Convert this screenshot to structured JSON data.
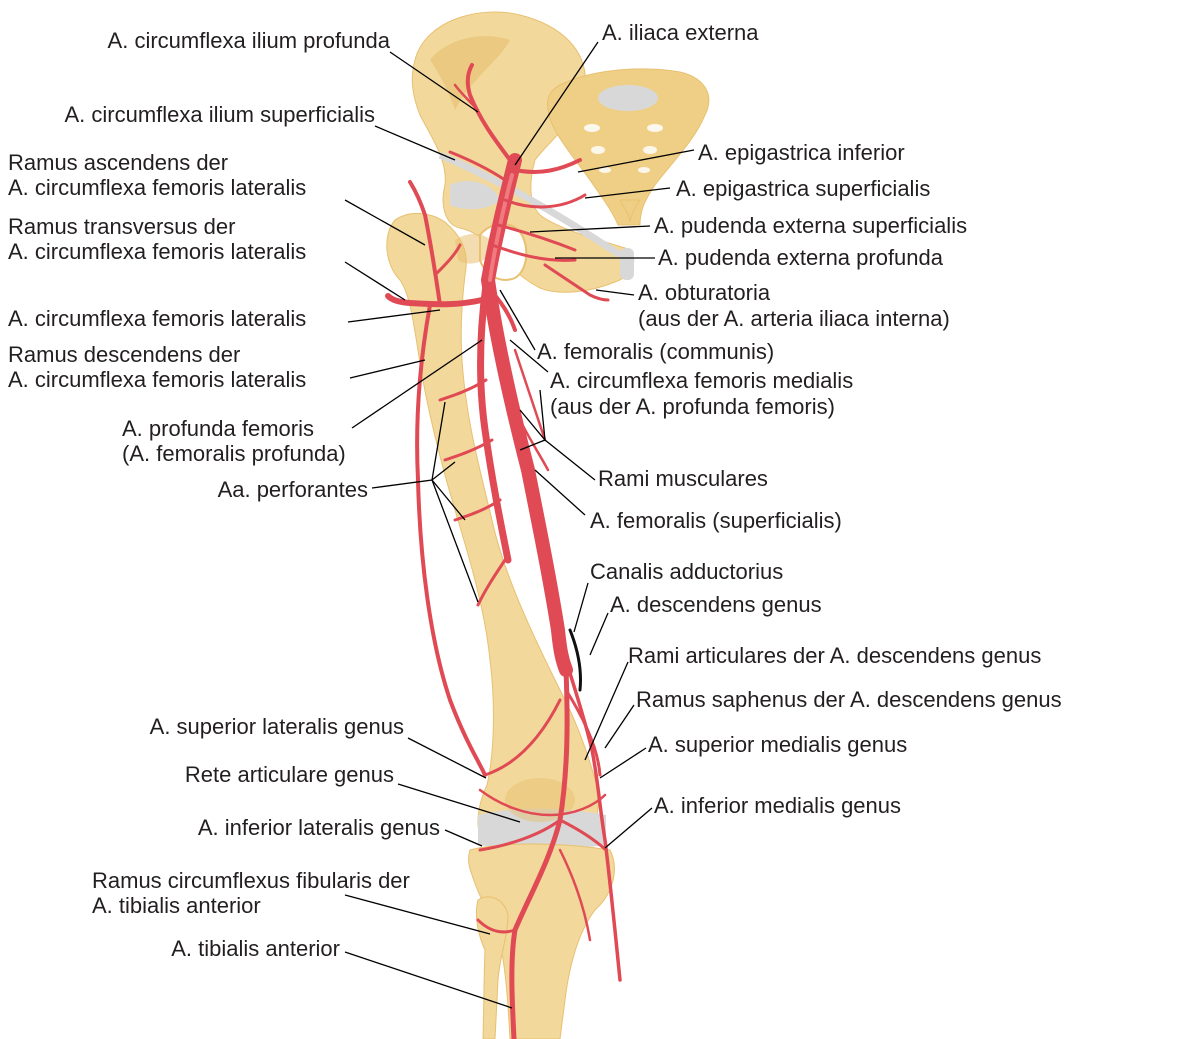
{
  "diagram": {
    "subject": "Arterien des Beins (Ansicht von vorne)",
    "colors": {
      "bone": "#f2d89b",
      "bone_dark": "#e8c070",
      "bone_shade": "#efcf85",
      "cartilage": "#d8d8d8",
      "artery": "#e04a54",
      "artery_light": "#f07a80",
      "vein": "#111111",
      "leader": "#000000",
      "text": "#231f20"
    },
    "labels_left": [
      {
        "id": "a-circumflexa-ilium-profunda",
        "lines": [
          "A. circumflexa ilium profunda"
        ]
      },
      {
        "id": "a-circumflexa-ilium-superficialis",
        "lines": [
          "A. circumflexa ilium superficialis"
        ]
      },
      {
        "id": "ramus-ascendens",
        "lines": [
          "Ramus ascendens der",
          "A. circumflexa femoris lateralis"
        ]
      },
      {
        "id": "ramus-transversus",
        "lines": [
          "Ramus transversus der",
          "A. circumflexa femoris lateralis"
        ]
      },
      {
        "id": "a-circumflexa-femoris-lateralis",
        "lines": [
          "A. circumflexa femoris lateralis"
        ]
      },
      {
        "id": "ramus-descendens",
        "lines": [
          "Ramus descendens der",
          "A. circumflexa femoris lateralis"
        ]
      },
      {
        "id": "a-profunda-femoris",
        "lines": [
          "A. profunda femoris",
          "(A. femoralis profunda)"
        ]
      },
      {
        "id": "aa-perforantes",
        "lines": [
          "Aa. perforantes"
        ]
      },
      {
        "id": "a-superior-lateralis-genus",
        "lines": [
          "A. superior lateralis genus"
        ]
      },
      {
        "id": "rete-articulare-genus",
        "lines": [
          "Rete articulare genus"
        ]
      },
      {
        "id": "a-inferior-lateralis-genus",
        "lines": [
          "A. inferior lateralis genus"
        ]
      },
      {
        "id": "ramus-circumflexus-fibularis",
        "lines": [
          "Ramus circumflexus fibularis der",
          "A. tibialis anterior"
        ]
      },
      {
        "id": "a-tibialis-anterior",
        "lines": [
          "A. tibialis anterior"
        ]
      }
    ],
    "labels_right": [
      {
        "id": "a-iliaca-externa",
        "lines": [
          "A. iliaca externa"
        ]
      },
      {
        "id": "a-epigastrica-inferior",
        "lines": [
          "A. epigastrica inferior"
        ]
      },
      {
        "id": "a-epigastrica-superficialis",
        "lines": [
          "A. epigastrica superficialis"
        ]
      },
      {
        "id": "a-pudenda-externa-superficialis",
        "lines": [
          "A. pudenda externa superficialis"
        ]
      },
      {
        "id": "a-pudenda-externa-profunda",
        "lines": [
          "A. pudenda externa profunda"
        ]
      },
      {
        "id": "a-obturatoria",
        "lines": [
          "A. obturatoria",
          "(aus der A. arteria iliaca interna)"
        ]
      },
      {
        "id": "a-femoralis-communis",
        "lines": [
          "A. femoralis (communis)"
        ]
      },
      {
        "id": "a-circumflexa-femoris-medialis",
        "lines": [
          "A. circumflexa femoris medialis",
          "(aus der A. profunda femoris)"
        ]
      },
      {
        "id": "rami-musculares",
        "lines": [
          "Rami musculares"
        ]
      },
      {
        "id": "a-femoralis-superficialis",
        "lines": [
          "A. femoralis (superficialis)"
        ]
      },
      {
        "id": "canalis-adductorius",
        "lines": [
          "Canalis adductorius"
        ]
      },
      {
        "id": "a-descendens-genus",
        "lines": [
          "A. descendens genus"
        ]
      },
      {
        "id": "rami-articulares",
        "lines": [
          "Rami articulares der A. descendens genus"
        ]
      },
      {
        "id": "ramus-saphenus",
        "lines": [
          "Ramus saphenus der A. descendens genus"
        ]
      },
      {
        "id": "a-superior-medialis-genus",
        "lines": [
          "A. superior medialis genus"
        ]
      },
      {
        "id": "a-inferior-medialis-genus",
        "lines": [
          "A. inferior medialis genus"
        ]
      }
    ]
  }
}
